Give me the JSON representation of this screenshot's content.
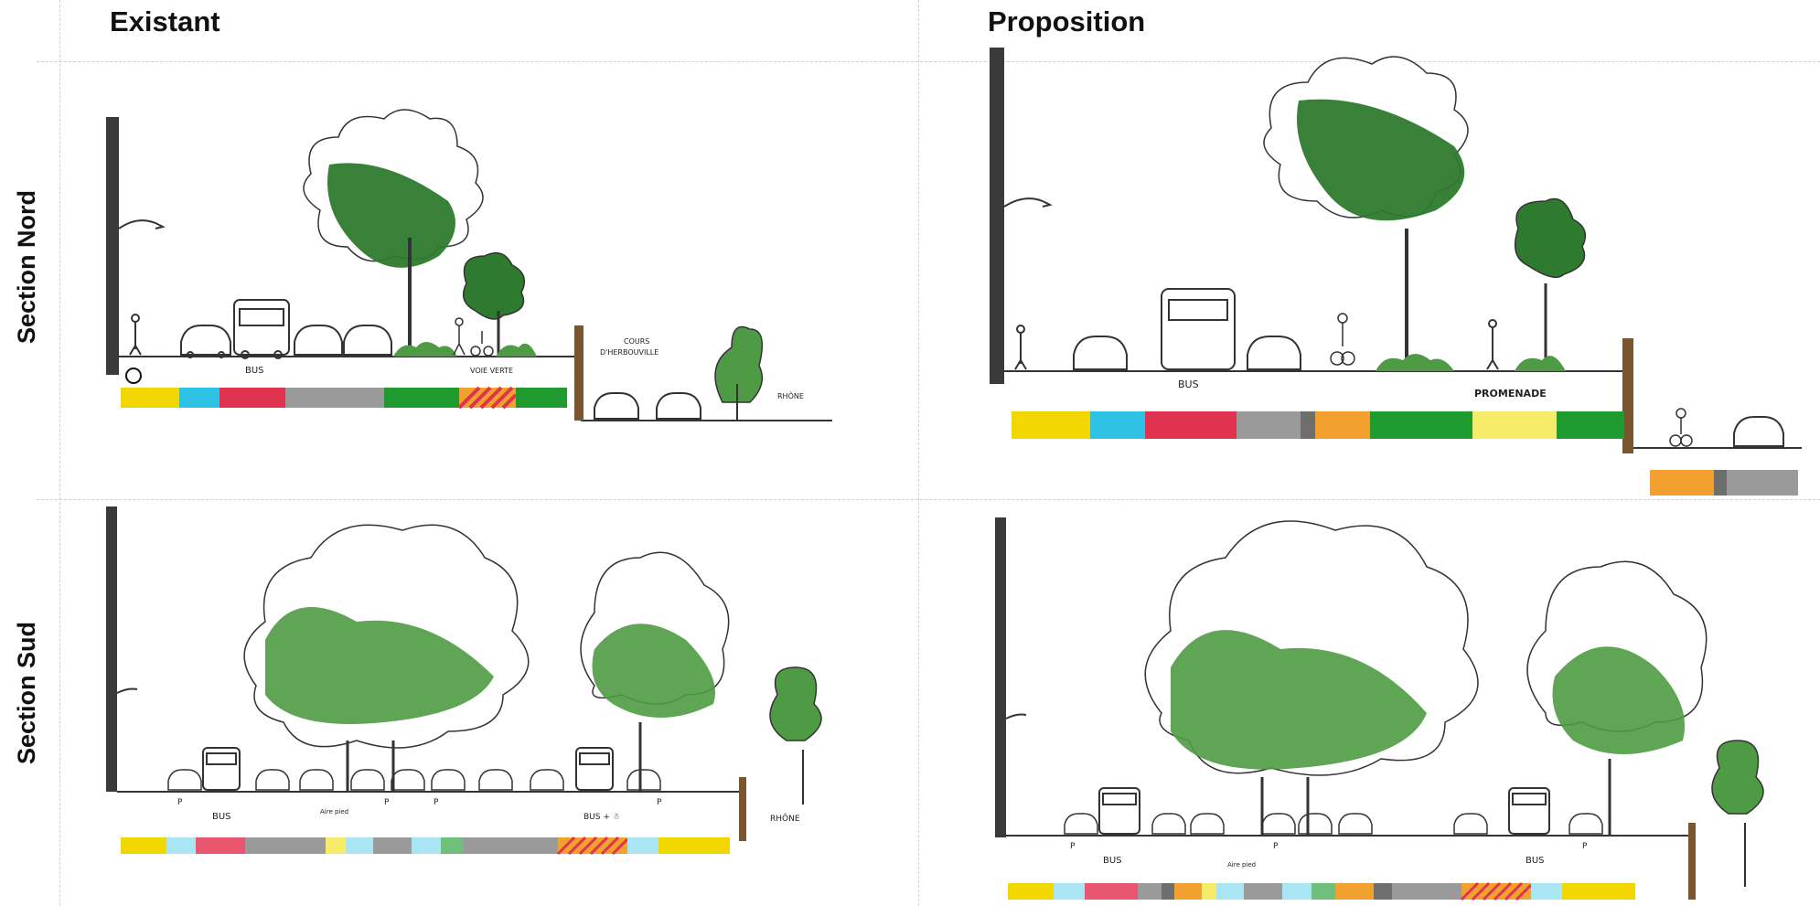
{
  "headers": {
    "existing": "Existant",
    "proposal": "Proposition",
    "north": "Section Nord",
    "south": "Section Sud"
  },
  "colors": {
    "yellow": "#f2d600",
    "cyan": "#2ec3e6",
    "red": "#e0334f",
    "gray": "#9a9a9a",
    "darkgray": "#6e6e6e",
    "green": "#1f9a2e",
    "orange": "#f2a030",
    "lightyellow": "#f7ec6a",
    "lightcyan": "#a9e5f2",
    "pink": "#e8566f",
    "midgreen": "#6fc07a",
    "hatch1": "#f2a030",
    "hatch2": "#e0334f",
    "foliage_dark": "#2e7a2e",
    "foliage_light": "#4f9a44",
    "trunk": "#7a5530",
    "wall": "#3a3a3a"
  },
  "north_existing": {
    "labels": {
      "bus": "BUS",
      "voie_verte": "VOIE VERTE",
      "cours": "COURS",
      "herbouville": "D'HERBOUVILLE",
      "rhone": "RHÔNE"
    }
  },
  "north_proposal": {
    "labels": {
      "bus": "BUS",
      "promenade": "PROMENADE"
    }
  },
  "south_existing": {
    "labels": {
      "p": "P",
      "bus": "BUS",
      "aire_pied": "Aire pied",
      "bus_plus": "BUS + ☃",
      "rhone": "RHÔNE"
    }
  },
  "south_proposal": {
    "labels": {
      "p": "P",
      "bus": "BUS",
      "aire_pied": "Aire pied",
      "bus2": "BUS"
    }
  }
}
